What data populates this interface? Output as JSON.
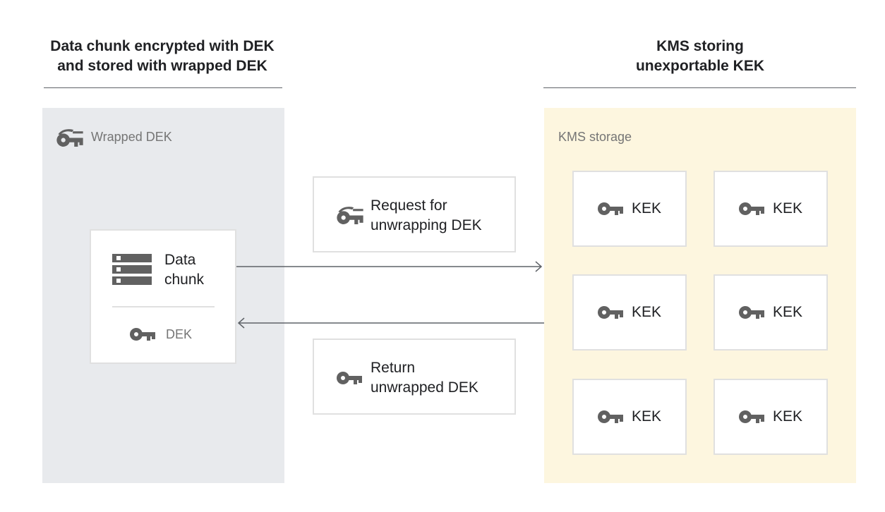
{
  "left_heading": {
    "line1": "Data chunk encrypted with DEK",
    "line2": "and stored with wrapped DEK"
  },
  "right_heading": {
    "line1": "KMS storing",
    "line2": "unexportable KEK"
  },
  "left_panel": {
    "label": "Wrapped DEK",
    "icon": "wrapped-key-icon"
  },
  "data_card": {
    "line1": "Data",
    "line2": "chunk",
    "icon": "server-icon",
    "key_label": "DEK",
    "key_icon": "key-icon"
  },
  "request_box": {
    "line1": "Request for",
    "line2": "unwrapping DEK",
    "icon": "wrapped-key-icon"
  },
  "return_box": {
    "line1": "Return",
    "line2": "unwrapped DEK",
    "icon": "key-icon"
  },
  "right_panel": {
    "label": "KMS storage"
  },
  "keks": [
    "KEK",
    "KEK",
    "KEK",
    "KEK",
    "KEK",
    "KEK"
  ],
  "colors": {
    "left_panel": "#e8eaed",
    "right_panel": "#fdf6df",
    "icon": "#616161"
  }
}
